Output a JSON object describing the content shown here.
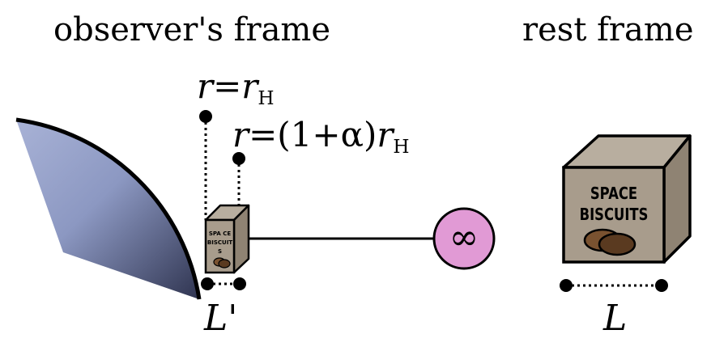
{
  "titles": {
    "observer": "observer's frame",
    "rest": "rest frame"
  },
  "labels": {
    "horizon_lhs": "r",
    "horizon_eq": "=",
    "horizon_rhs": "r",
    "horizon_sub": "H",
    "alpha_lhs": "r",
    "alpha_eq": "=",
    "alpha_mid": "(1+α)",
    "alpha_rhs": "r",
    "alpha_sub": "H",
    "length_observer": "L'",
    "length_rest": "L",
    "infinity_symbol": "∞"
  },
  "box_text": {
    "line1": "SPACE",
    "line2": "BISCUITS",
    "small_line1": "SPA CE",
    "small_line2": "BISCUIT S"
  },
  "colors": {
    "box_face": "#a89c8c",
    "box_top": "#b8ae9f",
    "box_side": "#8f8373",
    "biscuit": "#7a5230",
    "biscuit_dark": "#4e3018",
    "infinity_fill": "#e19ad5",
    "horizon_light": "#a8b2d6",
    "horizon_dark": "#2f3450"
  }
}
